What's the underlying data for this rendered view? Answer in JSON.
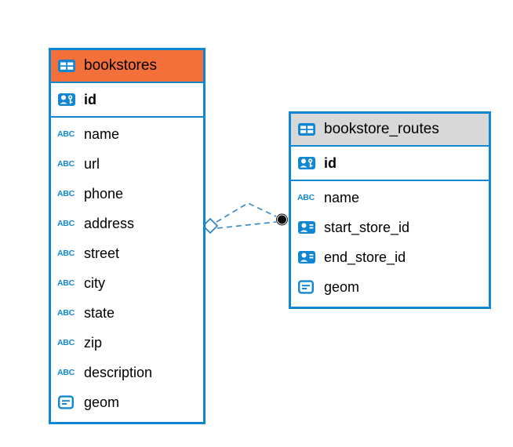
{
  "colors": {
    "accent_blue": "#1287d1",
    "line_blue": "#2f86c6",
    "header_orange": "#f4703a",
    "header_gray": "#d8d8d8",
    "dot_black": "#0a0a0a",
    "text": "#000000"
  },
  "icons": {
    "text_type_glyph": "ABC"
  },
  "tables": [
    {
      "name": "bookstores",
      "header_color": "#f4703a",
      "columns": [
        {
          "name": "id",
          "icon": "primary-key",
          "bold": true
        },
        {
          "name": "name",
          "icon": "text"
        },
        {
          "name": "url",
          "icon": "text"
        },
        {
          "name": "phone",
          "icon": "text"
        },
        {
          "name": "address",
          "icon": "text"
        },
        {
          "name": "street",
          "icon": "text"
        },
        {
          "name": "city",
          "icon": "text"
        },
        {
          "name": "state",
          "icon": "text"
        },
        {
          "name": "zip",
          "icon": "text"
        },
        {
          "name": "description",
          "icon": "text"
        },
        {
          "name": "geom",
          "icon": "geometry"
        }
      ]
    },
    {
      "name": "bookstore_routes",
      "header_color": "#d8d8d8",
      "columns": [
        {
          "name": "id",
          "icon": "primary-key",
          "bold": true
        },
        {
          "name": "name",
          "icon": "text"
        },
        {
          "name": "start_store_id",
          "icon": "reference"
        },
        {
          "name": "end_store_id",
          "icon": "reference"
        },
        {
          "name": "geom",
          "icon": "geometry"
        }
      ]
    }
  ],
  "relationships": [
    {
      "from": "bookstores",
      "to": "bookstore_routes",
      "style": "dashed",
      "source_marker": "diamond",
      "target_marker": "dot"
    },
    {
      "from": "bookstores",
      "to": "bookstore_routes",
      "style": "dashed",
      "source_marker": "diamond",
      "target_marker": "dot"
    }
  ]
}
